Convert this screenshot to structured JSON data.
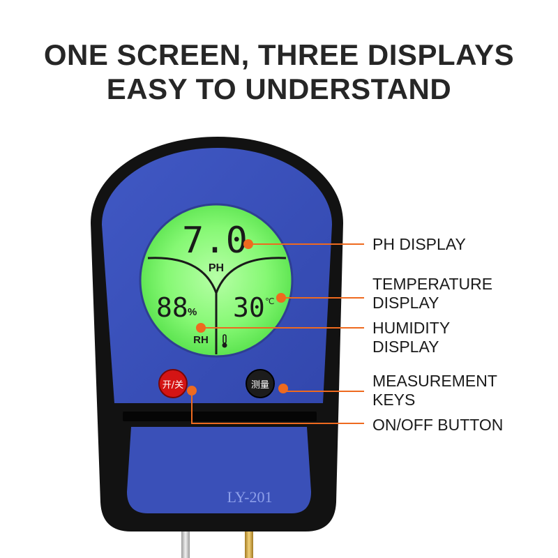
{
  "headline": {
    "line1": "ONE SCREEN, THREE DISPLAYS",
    "line2": "EASY TO UNDERSTAND"
  },
  "lcd": {
    "ph_value": "7.0",
    "ph_label": "PH",
    "humidity_value": "88",
    "humidity_unit": "%",
    "humidity_label": "RH",
    "temperature_value": "30",
    "temperature_unit": "℃"
  },
  "buttons": {
    "power_label": "开/关",
    "measure_label": "测量"
  },
  "model": "LY-201",
  "callouts": {
    "ph": "PH DISPLAY",
    "temperature_line1": "TEMPERATURE",
    "temperature_line2": "DISPLAY",
    "humidity_line1": "HUMIDITY",
    "humidity_line2": "DISPLAY",
    "measure_line1": "MEASUREMENT",
    "measure_line2": "KEYS",
    "power": "ON/OFF BUTTON"
  },
  "colors": {
    "device_body": "#3a50b8",
    "device_frame": "#111111",
    "lcd_background": "#7cf56a",
    "callout": "#ee6a1f",
    "power_button": "#d41414",
    "measure_button": "#1c1c1c"
  },
  "icons": [
    "thermometer-icon"
  ]
}
